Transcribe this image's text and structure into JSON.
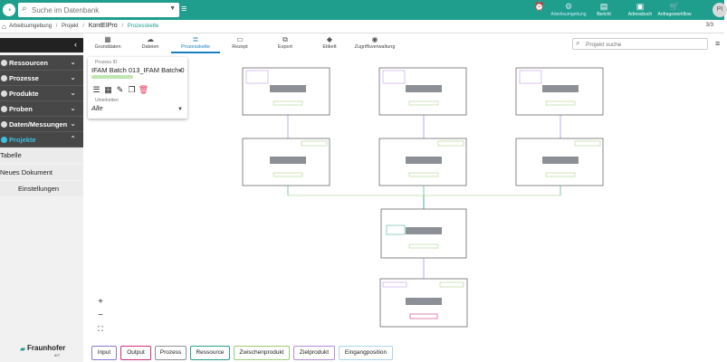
{
  "header": {
    "search_placeholder": "Suche im Datenbank",
    "actions": [
      {
        "id": "alarm",
        "label": ""
      },
      {
        "id": "arbeitsumgebung",
        "label": "Arbeitsumgebung"
      },
      {
        "id": "bericht",
        "label": "Bericht"
      },
      {
        "id": "adressbuch",
        "label": "Adressbuch"
      },
      {
        "id": "anfrageworkflow",
        "label": "Anfrageworkflow"
      }
    ],
    "avatar_initials": "PI"
  },
  "breadcrumb": {
    "items": [
      "Arbeitsumgebung",
      "Projekt",
      "KontEIPro",
      "Prozesskette"
    ],
    "page_count": "3/3"
  },
  "sidebar": {
    "items": [
      {
        "label": "Ressourcen"
      },
      {
        "label": "Prozesse"
      },
      {
        "label": "Produkte"
      },
      {
        "label": "Proben"
      },
      {
        "label": "Daten/Messungen"
      },
      {
        "label": "Projekte"
      }
    ],
    "sub_items": [
      "Tabelle",
      "Neues Dokument",
      "Einstellungen"
    ],
    "logo_text": "Fraunhofer",
    "logo_sub": "IKT"
  },
  "tabs": [
    {
      "label": "Grunddaten"
    },
    {
      "label": "Dateien"
    },
    {
      "label": "Prozesskette",
      "active": true
    },
    {
      "label": "Rezept"
    },
    {
      "label": "Export"
    },
    {
      "label": "Etikett"
    },
    {
      "label": "Zugriffsverwaltung"
    }
  ],
  "project_search_placeholder": "Projekt suche",
  "panel": {
    "prozess_id_label": "Prozess ID",
    "prozess_id_value": "IFAM Batch 013_IFAM Batch 0",
    "unterketten_label": "Unterketten",
    "unterketten_value": "Alle"
  },
  "zoom": {
    "in": "+",
    "out": "−",
    "fit": "⛶"
  },
  "legend": {
    "items": [
      {
        "label": "Input",
        "color": "#8b77d8"
      },
      {
        "label": "Output",
        "color": "#d0317c"
      },
      {
        "label": "Prozess",
        "color": "#8c9096"
      },
      {
        "label": "Ressource",
        "color": "#2aa08a"
      },
      {
        "label": "Zwischenprodukt",
        "color": "#9ccc72"
      },
      {
        "label": "Zielprodukt",
        "color": "#b58de0"
      },
      {
        "label": "Eingangposition",
        "color": "#a8d4f0"
      }
    ]
  },
  "colors": {
    "header": "#1f9e8e",
    "sidebar_item": "#474747",
    "active_tab": "#1a7fc1",
    "process_node": "#8c9096"
  }
}
